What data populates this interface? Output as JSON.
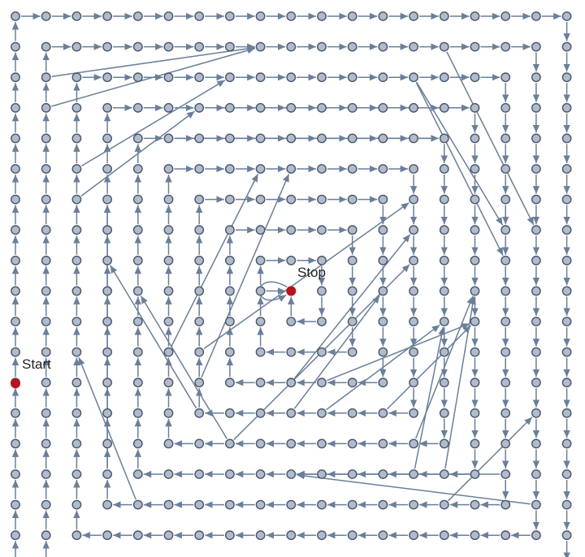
{
  "graph": {
    "start_label": "Start",
    "stop_label": "Stop",
    "start_color": "#b5141f",
    "stop_color": "#b5141f",
    "node_color": "#b0bccb",
    "edge_color": "#6a7f99",
    "grid_size": 19
  }
}
